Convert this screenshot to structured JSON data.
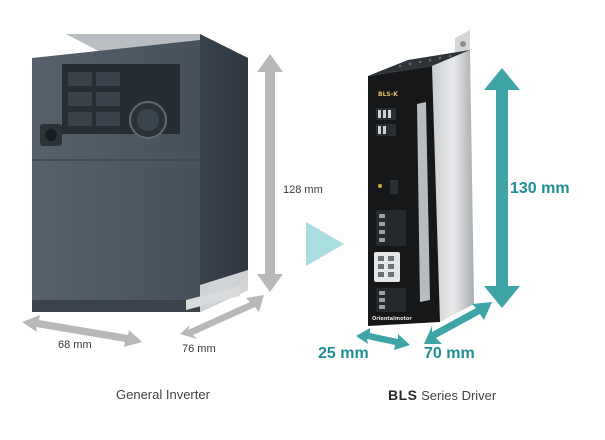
{
  "left_device": {
    "height_label": "128 mm",
    "width_label": "68 mm",
    "depth_label": "76 mm",
    "caption": "General Inverter",
    "color_body": "#4a5560",
    "color_arrow": "#b8b8b8"
  },
  "right_device": {
    "model_text": "BLS-K",
    "brand_text": "Orientalmotor",
    "height_label": "130 mm",
    "width_label": "25 mm",
    "depth_label": "70 mm",
    "caption_bold": "BLS",
    "caption_rest": " Series Driver",
    "color_arrow": "#3ea4a8"
  },
  "transition_arrow_color": "#a9dde0"
}
